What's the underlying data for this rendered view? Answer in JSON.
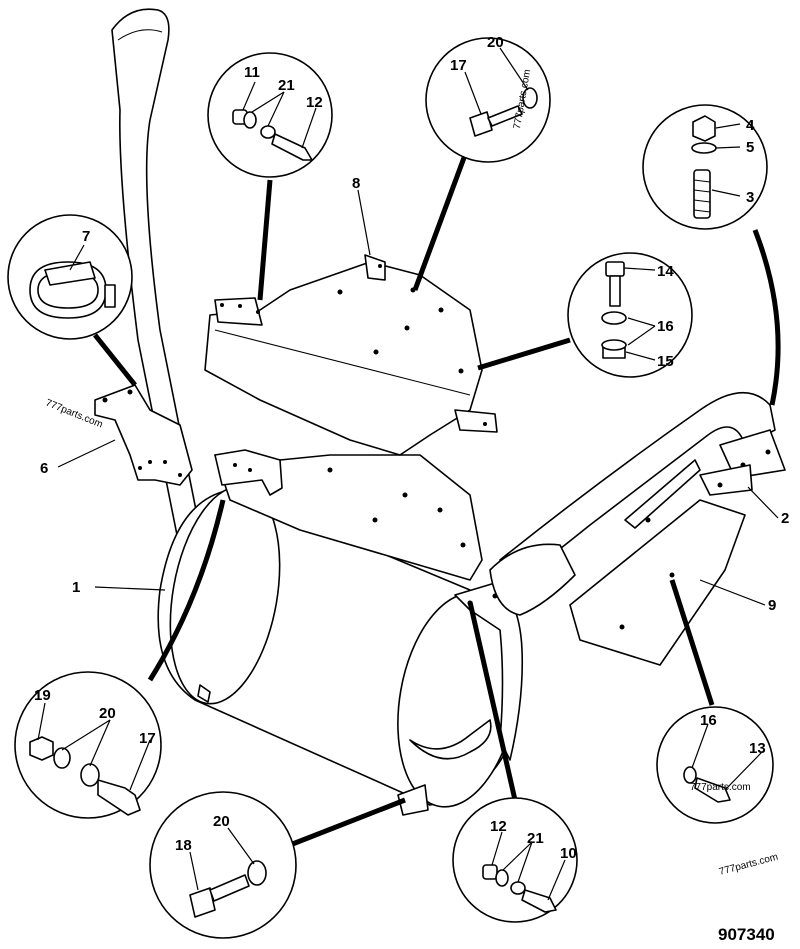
{
  "figure_number": "907340",
  "watermarks": [
    "777parts.com",
    "777parts.com",
    "777parts.com",
    "777parts.com"
  ],
  "callouts": {
    "c1": "1",
    "c2": "2",
    "c3": "3",
    "c4": "4",
    "c5": "5",
    "c6": "6",
    "c7": "7",
    "c8": "8",
    "c9": "9",
    "c10": "10",
    "c11": "11",
    "c12a": "12",
    "c12b": "12",
    "c13": "13",
    "c14": "14",
    "c15": "15",
    "c16a": "16",
    "c16b": "16",
    "c17a": "17",
    "c17b": "17",
    "c18": "18",
    "c19": "19",
    "c20a": "20",
    "c20b": "20",
    "c20c": "20",
    "c21a": "21",
    "c21b": "21"
  }
}
